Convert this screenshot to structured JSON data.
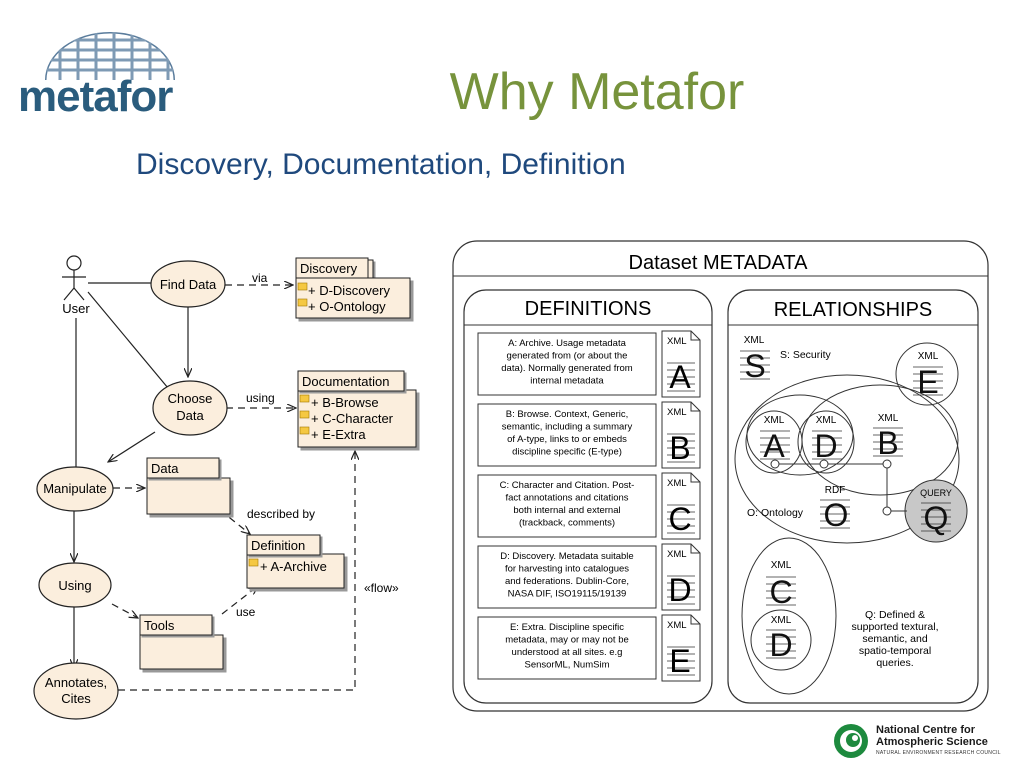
{
  "logo": {
    "text": "metafor",
    "icon": "globe-grid-icon"
  },
  "title": "Why Metafor",
  "subtitle": "Discovery, Documentation, Definition",
  "uml": {
    "actor": "User",
    "use_cases": {
      "find_data": "Find Data",
      "choose_data_l1": "Choose",
      "choose_data_l2": "Data",
      "manipulate": "Manipulate",
      "using": "Using",
      "annotates_l1": "Annotates,",
      "annotates_l2": "Cites"
    },
    "packages": {
      "discovery": {
        "name": "Discovery",
        "items": [
          "+ D-Discovery",
          "+ O-Ontology"
        ]
      },
      "documentation": {
        "name": "Documentation",
        "items": [
          "+ B-Browse",
          "+ C-Character",
          "+ E-Extra"
        ]
      },
      "data": {
        "name": "Data"
      },
      "definition": {
        "name": "Definition",
        "items": [
          "+ A-Archive"
        ]
      },
      "tools": {
        "name": "Tools"
      }
    },
    "edge_labels": {
      "via": "via",
      "using": "using",
      "described_by": "described by",
      "use": "use",
      "flow": "«flow»"
    }
  },
  "metadata": {
    "title": "Dataset METADATA",
    "definitions": {
      "title": "DEFINITIONS",
      "xml_tag": "XML",
      "items": [
        {
          "letter": "A",
          "lines": [
            "A: Archive. Usage metadata",
            "generated from (or about the",
            "data). Normally generated from",
            "internal metadata"
          ]
        },
        {
          "letter": "B",
          "lines": [
            "B: Browse. Context, Generic,",
            "semantic, including a summary",
            "of A-type, links to or embeds",
            "discipline specific (E-type)"
          ]
        },
        {
          "letter": "C",
          "lines": [
            "C: Character and Citation. Post-",
            "fact annotations and citations",
            "both internal and external",
            "(trackback, comments)"
          ]
        },
        {
          "letter": "D",
          "lines": [
            "D: Discovery. Metadata suitable",
            "for harvesting into catalogues",
            "and federations.  Dublin-Core,",
            "NASA DIF, ISO19115/19139"
          ]
        },
        {
          "letter": "E",
          "lines": [
            "E: Extra. Discipline specific",
            "metadata, may or may not be",
            "understood at all sites. e.g",
            "SensorML, NumSim"
          ]
        }
      ]
    },
    "relationships": {
      "title": "RELATIONSHIPS",
      "xml": "XML",
      "rdf": "RDF",
      "query_tag": "QUERY",
      "s_letter": "S",
      "s_label": "S: Security",
      "e_letter": "E",
      "a_letter": "A",
      "d_letter": "D",
      "b_letter": "B",
      "o_letter": "O",
      "o_label": "O: Ontology",
      "q_letter": "Q",
      "c_letter": "C",
      "d2_letter": "D",
      "q_note": [
        "Q: Defined &",
        "supported textural,",
        "semantic, and",
        "spatio-temporal",
        "queries."
      ]
    }
  },
  "footer": {
    "org_line1": "National Centre for",
    "org_line2": "Atmospheric Science",
    "org_sub": "NATURAL ENVIRONMENT RESEARCH COUNCIL",
    "icon": "ncas-logo-icon"
  }
}
